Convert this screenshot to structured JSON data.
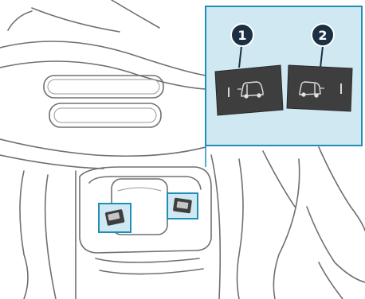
{
  "callouts": [
    {
      "number": "1",
      "switch": "left-sliding-door-switch"
    },
    {
      "number": "2",
      "switch": "right-sliding-door-switch"
    }
  ],
  "colors": {
    "highlight": "#1f8fb8",
    "inset_background": "#cfe8f2",
    "line_art": "#6f6f6f",
    "switch_body": "#3e3e3e",
    "callout_badge": "#1c2f44"
  },
  "icons": [
    "van-left-door-icon",
    "van-right-door-icon"
  ]
}
